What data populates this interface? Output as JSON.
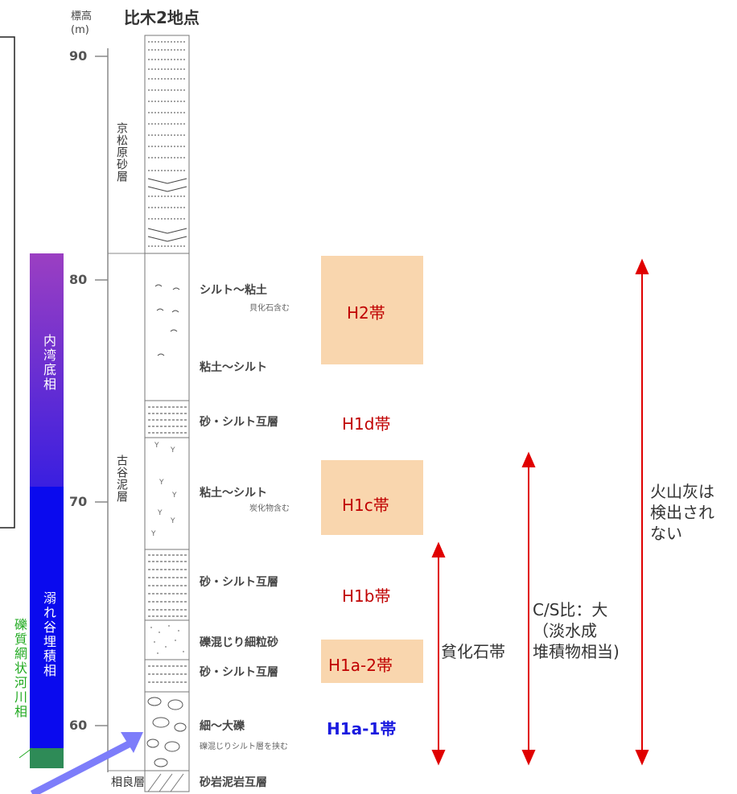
{
  "title": "比木2地点",
  "axis": {
    "unit_line1": "標高",
    "unit_line2": "(m)",
    "ticks": [
      "90",
      "80",
      "70",
      "60"
    ]
  },
  "formations": {
    "upper": "京松原砂層",
    "middle": "古谷泥層",
    "lower": "相良層"
  },
  "facies": {
    "bay_bottom": "内湾底相",
    "valley_fill": "溺れ谷埋積相",
    "gravel_river": "礫質網状河川相"
  },
  "colors": {
    "bay_bottom_top": "#9b3fc2",
    "bay_bottom_bottom": "#5a2fd4",
    "valley_fill": "#0a0aee",
    "gravel_river": "#3a9a3a",
    "zone_box": "#f9d6ae",
    "red_arrow": "#e00000",
    "blue_arrow": "#7d7dfa"
  },
  "lithology": {
    "silt_clay": "シルト～粘土",
    "silt_clay_sub": "貝化石含む",
    "clay_silt": "粘土～シルト",
    "sand_silt_1": "砂・シルト互層",
    "clay_silt_2": "粘土～シルト",
    "clay_silt_2_sub": "炭化物含む",
    "sand_silt_2": "砂・シルト互層",
    "gravel_sand": "礫混じり細粒砂",
    "sand_silt_3": "砂・シルト互層",
    "gravel": "細～大礫",
    "gravel_sub": "礫混じりシルト層を挟む",
    "sandstone_mudstone": "砂岩泥岩互層"
  },
  "zones": {
    "h2": "H2帯",
    "h1d": "H1d帯",
    "h1c": "H1c帯",
    "h1b": "H1b帯",
    "h1a2": "H1a-2帯",
    "h1a1": "H1a-1帯"
  },
  "notes": {
    "barren": "貧化石帯",
    "cs_line1": "C/S比：大",
    "cs_line2": "（淡水成",
    "cs_line3": "堆積物相当)",
    "ash_line1": "火山灰は",
    "ash_line2": "検出され",
    "ash_line3": "ない"
  }
}
